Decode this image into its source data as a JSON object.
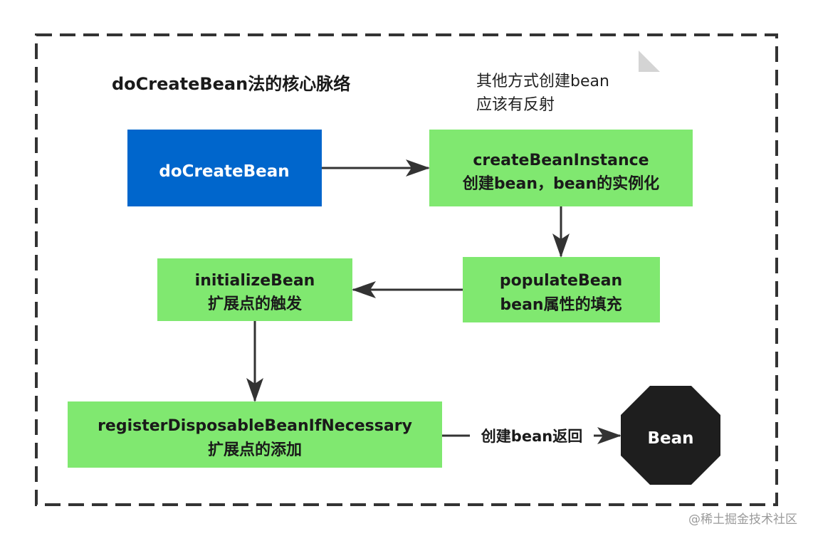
{
  "title": "doCreateBean法的核心脉络",
  "note": {
    "line1": "其他方式创建bean",
    "line2": "应该有反射"
  },
  "nodes": {
    "do_create_bean": {
      "label": "doCreateBean"
    },
    "create_bean_instance": {
      "line1": "createBeanInstance",
      "line2": "创建bean，bean的实例化"
    },
    "populate_bean": {
      "line1": "populateBean",
      "line2": "bean属性的填充"
    },
    "initialize_bean": {
      "line1": "initializeBean",
      "line2": "扩展点的触发"
    },
    "register_disposable": {
      "line1": "registerDisposableBeanIfNecessary",
      "line2": "扩展点的添加"
    },
    "bean": {
      "label": "Bean"
    }
  },
  "edges": {
    "return_label": "创建bean返回"
  },
  "watermark": "@稀土掘金技术社区",
  "colors": {
    "primary_blue": "#0066cc",
    "step_green": "#80e870",
    "terminal_black": "#1e1e1e",
    "border_dash": "#333333",
    "arrow": "#333333"
  }
}
